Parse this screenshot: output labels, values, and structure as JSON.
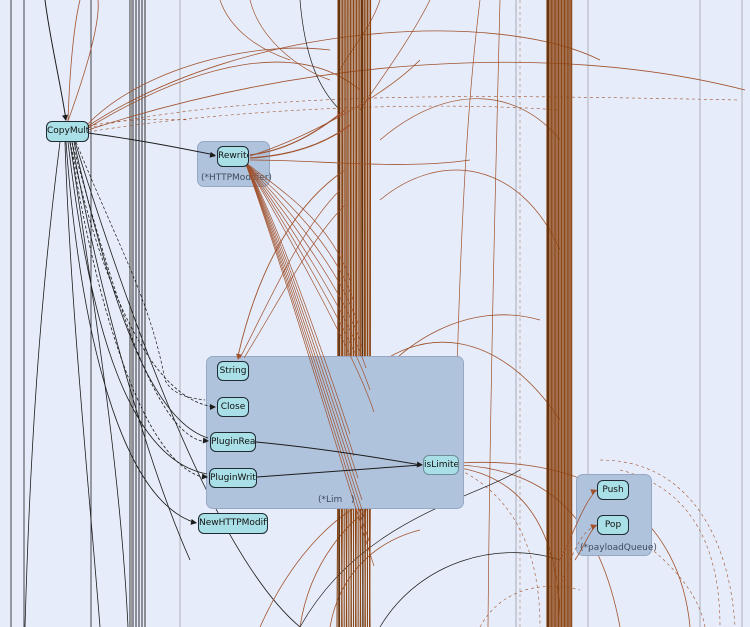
{
  "diagram": {
    "clusters": {
      "http_modifier": "(*HTTPModifier)",
      "limiter": "(*Lim",
      "limiter_tail": ")",
      "payload_queue": "(*payloadQueue)"
    },
    "nodes": {
      "copy_multy": "CopyMulty",
      "rewrite": "Rewrite",
      "string": "String",
      "close": "Close",
      "plugin_read": "PluginRead",
      "plugin_write": "PluginWrite",
      "is_limited": "isLimited",
      "new_http_modifier": "NewHTTPModifier",
      "push": "Push",
      "pop": "Pop"
    },
    "colors": {
      "background": "#e6ecf9",
      "cluster": "#b0c3dd",
      "node": "#a9dfe6",
      "edge_dark": "#1c1c1c",
      "edge_brown": "#a0522d",
      "edge_trunk": "#8b4513"
    }
  }
}
